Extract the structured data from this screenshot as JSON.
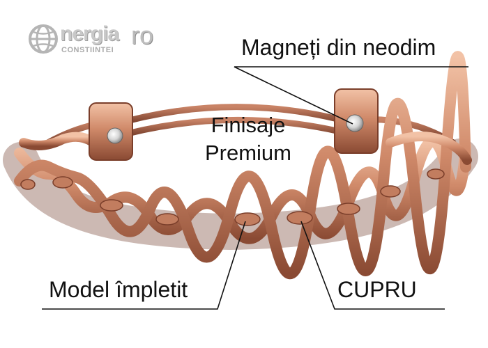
{
  "logo": {
    "wordmark": "nergia",
    "suffix": "ro",
    "subtitle": "CONSTIINTEI"
  },
  "labels": {
    "magnets": "Magneți din neodim",
    "finish_line1": "Finisaje",
    "finish_line2": "Premium",
    "model": "Model împletit",
    "material": "CUPRU"
  },
  "colors": {
    "copper_light": "#e6a98a",
    "copper_mid": "#c07a5c",
    "copper_dark": "#7a3e2a",
    "magnet": "#d9d9d9",
    "leader_line": "#111111"
  }
}
